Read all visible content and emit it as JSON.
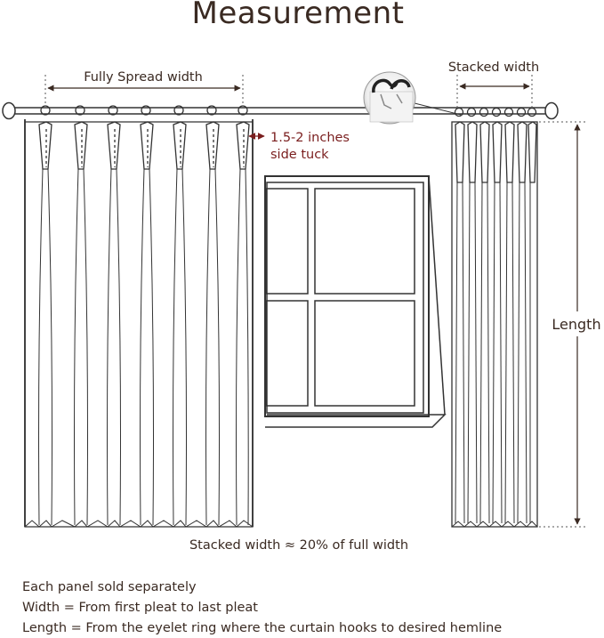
{
  "title": "Measurement",
  "labels": {
    "fully_spread_width": "Fully Spread width",
    "stacked_width": "Stacked width",
    "side_tuck_line1": "1.5-2 inches",
    "side_tuck_line2": "side tuck",
    "length": "Length",
    "stacked_ratio": "Stacked width ≈ 20% of full width"
  },
  "notes": [
    "Each panel sold separately",
    "Width = From first pleat to last pleat",
    "Length = From the eyelet ring where the curtain hooks to desired hemline"
  ],
  "colors": {
    "ink": "#3a2a22",
    "accent": "#7a1e1e",
    "line": "#333333"
  }
}
